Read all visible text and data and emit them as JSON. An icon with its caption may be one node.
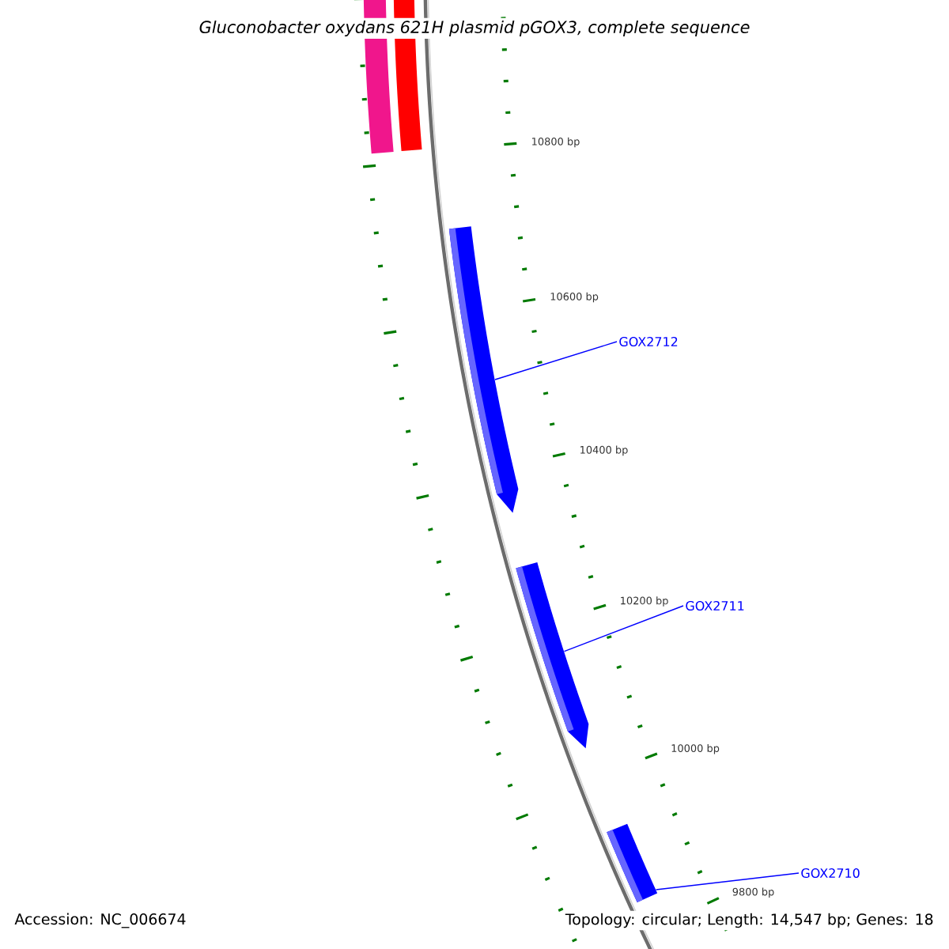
{
  "diagram": {
    "title": "Gluconobacter oxydans 621H plasmid pGOX3, complete sequence",
    "nodes": [
      {
        "text": [
          "GOX2712"
        ]
      },
      {
        "text": [],
        "shape": "arrow"
      },
      {
        "text": [
          "GOX2711"
        ]
      },
      {
        "text": [],
        "shape": "arrow"
      },
      {
        "text": [
          "GOX2710"
        ]
      },
      {
        "text": [],
        "shape": "box"
      }
    ],
    "edges": [
      {
        "from": 0,
        "to": 1,
        "arrow": "none"
      },
      {
        "from": 2,
        "to": 3,
        "arrow": "none"
      },
      {
        "from": 4,
        "to": 5,
        "arrow": "none"
      }
    ],
    "labels": [
      "10800 bp",
      "10600 bp",
      "10400 bp",
      "10200 bp",
      "10000 bp",
      "9800 bp",
      "Accession: NC_006674",
      "Topology: circular; Length: 14,547 bp; Genes: 18"
    ]
  }
}
